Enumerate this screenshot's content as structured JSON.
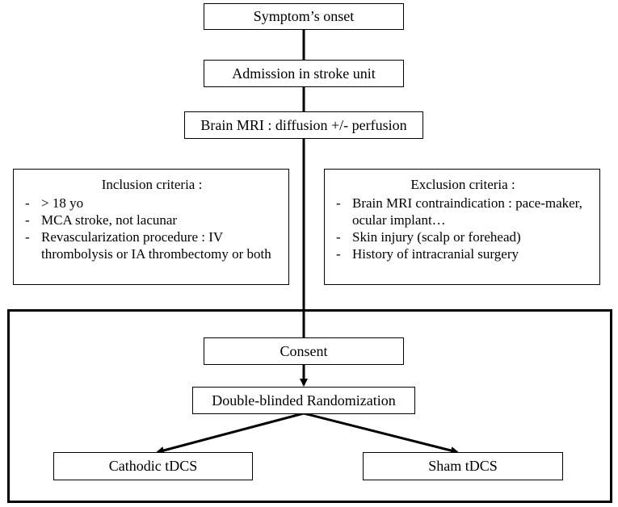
{
  "flow": {
    "onset": "Symptom’s onset",
    "admission": "Admission in stroke unit",
    "mri": "Brain MRI : diffusion +/- perfusion",
    "consent": "Consent",
    "randomization": "Double-blinded Randomization",
    "cathodic": "Cathodic tDCS",
    "sham": "Sham tDCS"
  },
  "inclusion": {
    "title": "Inclusion criteria :",
    "items": [
      "> 18 yo",
      "MCA stroke, not lacunar",
      "Revascularization procedure : IV thrombolysis or IA thrombectomy or both"
    ]
  },
  "exclusion": {
    "title": "Exclusion criteria :",
    "items": [
      "Brain MRI contraindication : pace-maker, ocular implant…",
      "Skin injury (scalp or forehead)",
      "History of intracranial surgery"
    ]
  }
}
